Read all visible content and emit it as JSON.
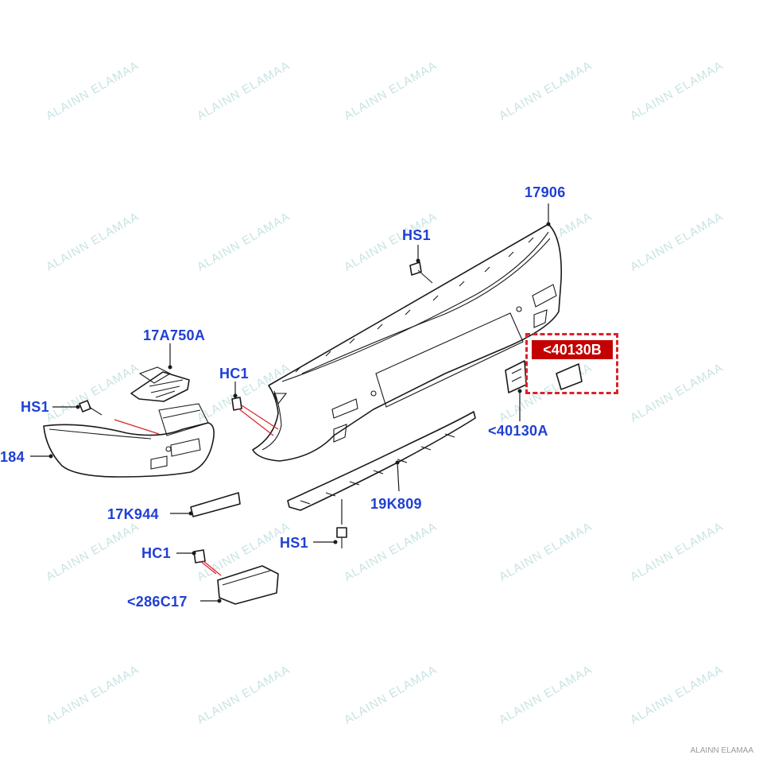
{
  "watermark_text": "ALAINN ELAMAA",
  "credit_text": "ALAINN ELAMAA",
  "callouts": {
    "c17906": "17906",
    "hs1_top": "HS1",
    "c17a750a": "17A750A",
    "hc1_mid": "HC1",
    "hs1_left": "HS1",
    "c184": "184",
    "c40130b": "<40130B",
    "c40130a": "<40130A",
    "c19k809": "19K809",
    "c17k944": "17K944",
    "hs1_bottom": "HS1",
    "hc1_bottom": "HC1",
    "c286c17": "<286C17"
  },
  "colors": {
    "callout_text": "#1f3fd4",
    "highlight_fill": "#c40000",
    "highlight_border": "#d8232a",
    "watermark": "#c9e3e3"
  }
}
